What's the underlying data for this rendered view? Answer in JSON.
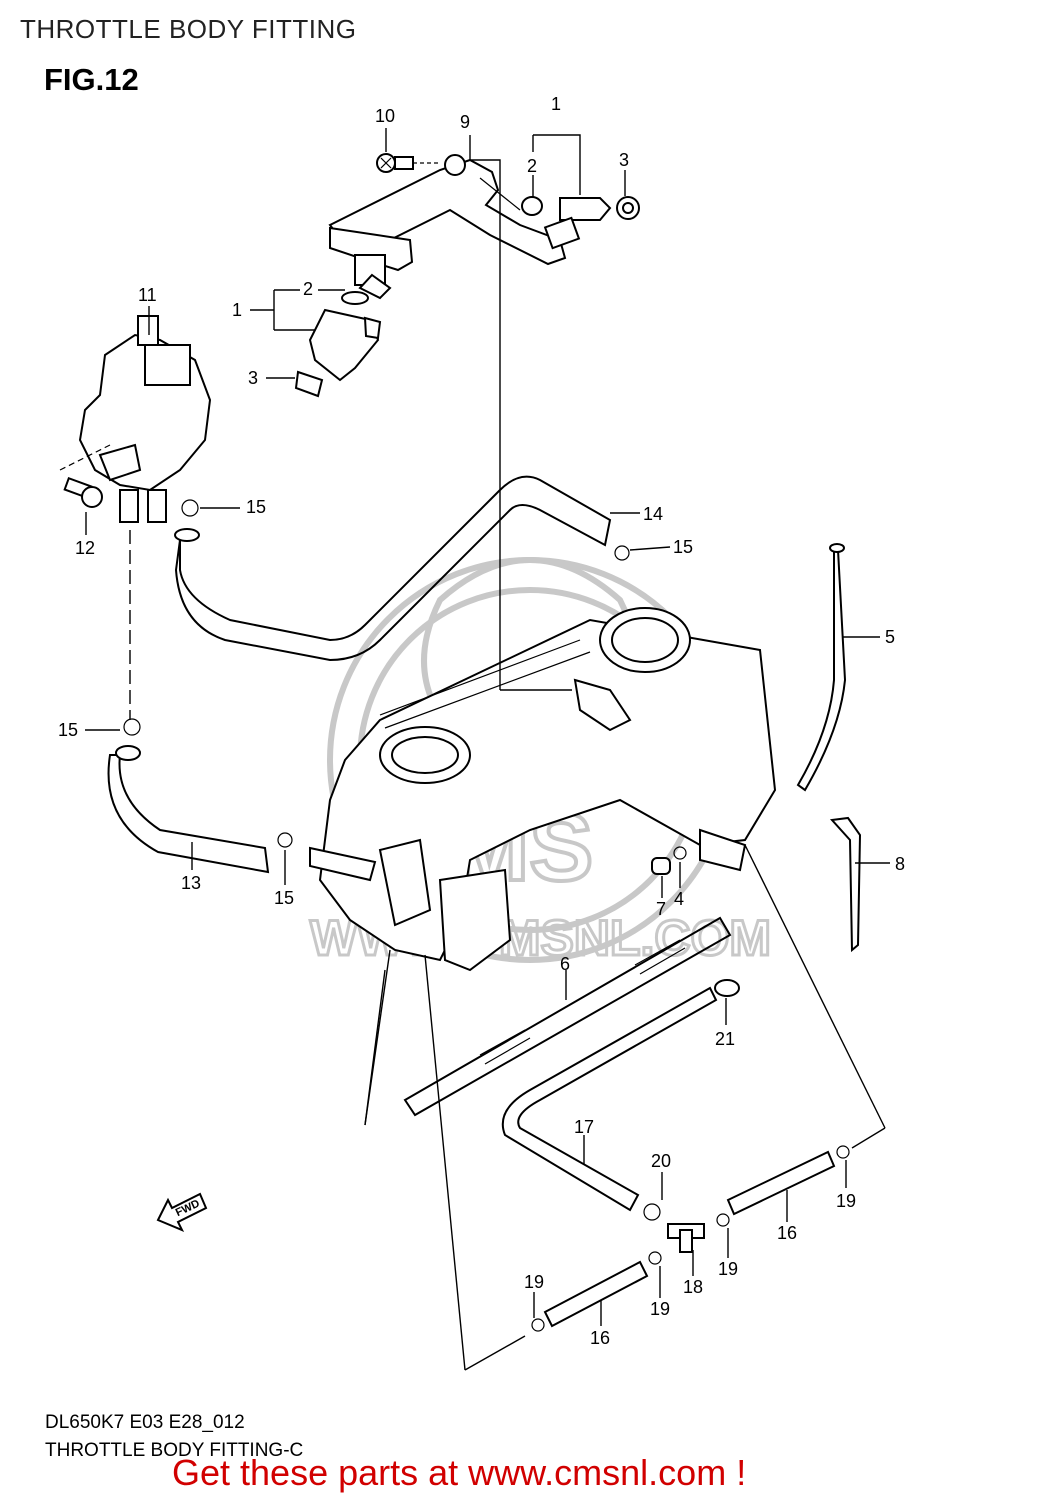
{
  "header": {
    "title": "THROTTLE BODY FITTING"
  },
  "figure": {
    "label": "FIG.12"
  },
  "callouts": [
    {
      "id": "c10",
      "text": "10"
    },
    {
      "id": "c9",
      "text": "9"
    },
    {
      "id": "c1a",
      "text": "1"
    },
    {
      "id": "c2a",
      "text": "2"
    },
    {
      "id": "c3a",
      "text": "3"
    },
    {
      "id": "c11",
      "text": "11"
    },
    {
      "id": "c2b",
      "text": "2"
    },
    {
      "id": "c1b",
      "text": "1"
    },
    {
      "id": "c3b",
      "text": "3"
    },
    {
      "id": "c12",
      "text": "12"
    },
    {
      "id": "c15a",
      "text": "15"
    },
    {
      "id": "c14",
      "text": "14"
    },
    {
      "id": "c15b",
      "text": "15"
    },
    {
      "id": "c5",
      "text": "5"
    },
    {
      "id": "c15c",
      "text": "15"
    },
    {
      "id": "c13",
      "text": "13"
    },
    {
      "id": "c15d",
      "text": "15"
    },
    {
      "id": "c8",
      "text": "8"
    },
    {
      "id": "c7",
      "text": "7"
    },
    {
      "id": "c4",
      "text": "4"
    },
    {
      "id": "c6",
      "text": "6"
    },
    {
      "id": "c21",
      "text": "21"
    },
    {
      "id": "c17",
      "text": "17"
    },
    {
      "id": "c20",
      "text": "20"
    },
    {
      "id": "c19a",
      "text": "19"
    },
    {
      "id": "c16a",
      "text": "16"
    },
    {
      "id": "c19b",
      "text": "19"
    },
    {
      "id": "c18",
      "text": "18"
    },
    {
      "id": "c19c",
      "text": "19"
    },
    {
      "id": "c19d",
      "text": "19"
    },
    {
      "id": "c16b",
      "text": "16"
    }
  ],
  "direction_marker": {
    "text": "FWD"
  },
  "watermark": {
    "text": "WWW.CMSNL.COM",
    "brand": "CMS"
  },
  "footer": {
    "code": "DL650K7 E03 E28_012",
    "subtitle": "THROTTLE BODY FITTING-C",
    "cta": "Get these parts at www.cmsnl.com !"
  },
  "colors": {
    "cta": "#d10000",
    "watermark": "#c8c8c8",
    "line": "#000000"
  }
}
